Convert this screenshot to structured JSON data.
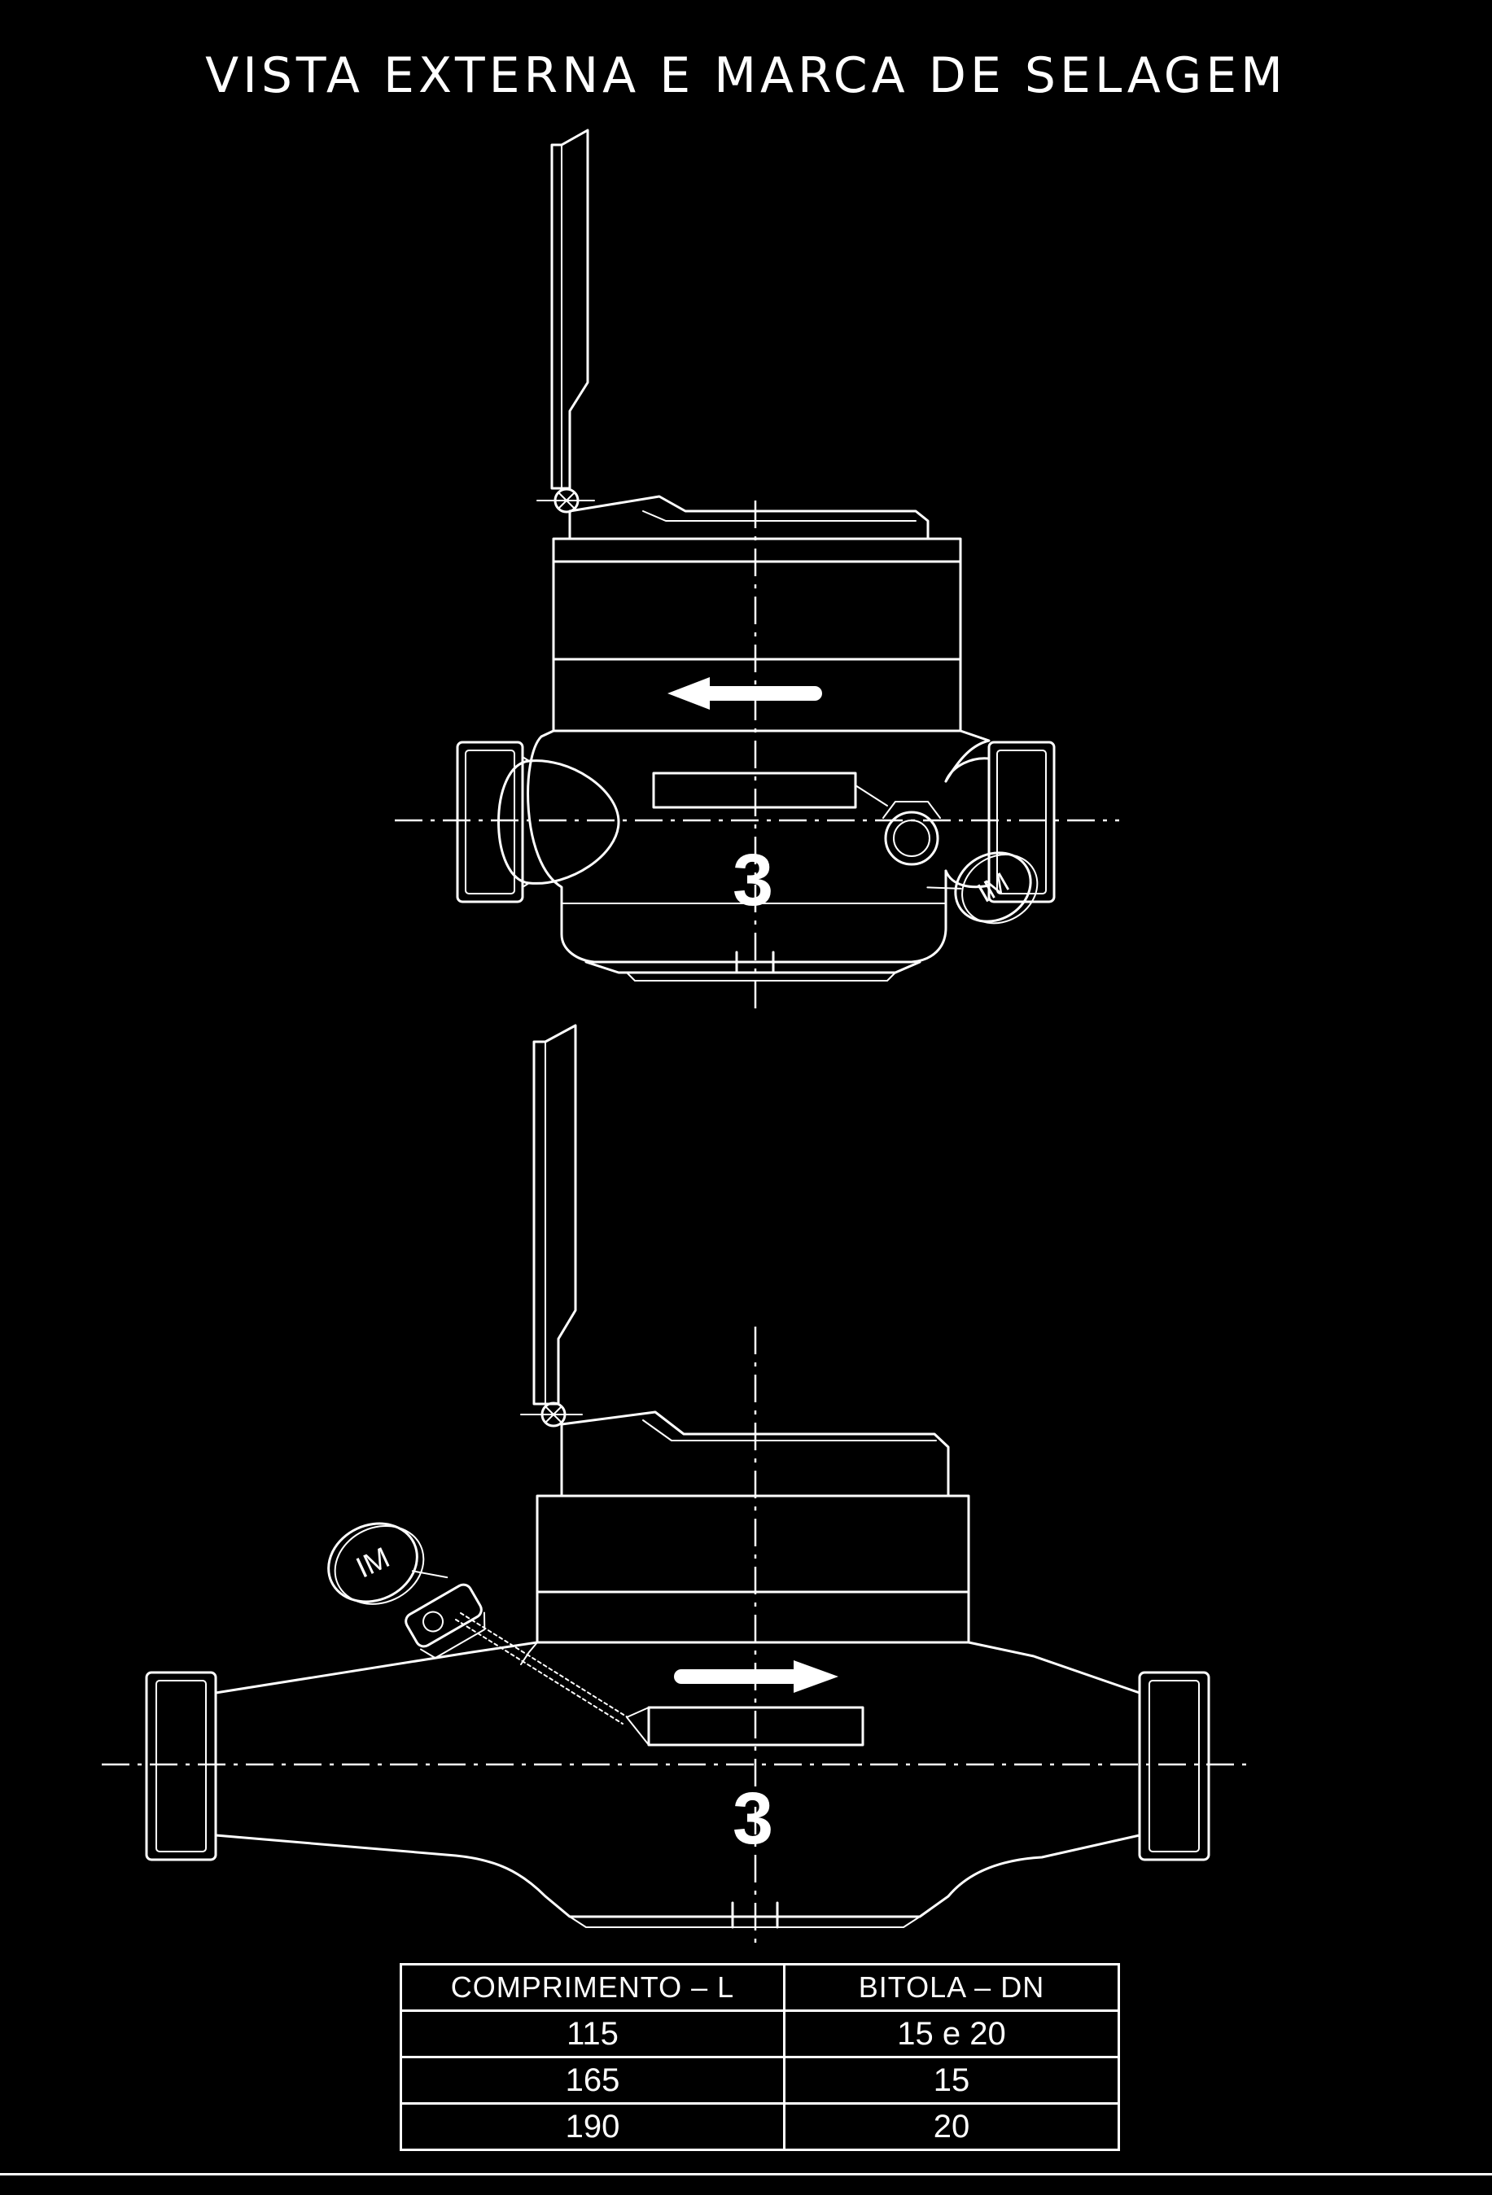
{
  "title": "VISTA EXTERNA E MARCA DE SELAGEM",
  "views": {
    "top": {
      "meter_number": "3",
      "seal_mark": "IM",
      "flow_direction": "left"
    },
    "bottom": {
      "meter_number": "3",
      "seal_mark": "IM",
      "flow_direction": "right"
    }
  },
  "table": {
    "headers": [
      "COMPRIMENTO  –  L",
      "BITOLA   –  DN"
    ],
    "rows": [
      [
        "115",
        "15  e  20"
      ],
      [
        "165",
        "15"
      ],
      [
        "190",
        "20"
      ]
    ]
  },
  "colors": {
    "background": "#000000",
    "line": "#ffffff"
  }
}
